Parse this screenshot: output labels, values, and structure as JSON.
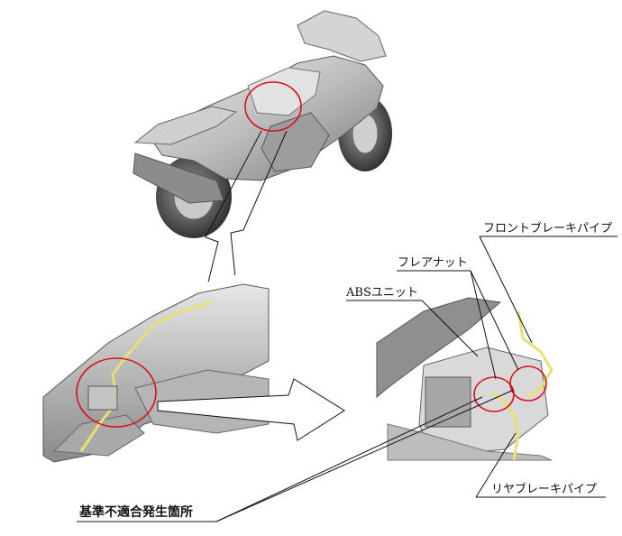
{
  "labels": {
    "front_brake_pipe": "フロントブレーキパイプ",
    "flare_nut": "フレアナット",
    "abs_unit": "ABSユニット",
    "rear_brake_pipe": "リヤブレーキパイプ",
    "nonconformity_location": "基準不適合発生箇所"
  },
  "colors": {
    "highlight_circle": "#d8121a",
    "brake_pipe": "#e8e070",
    "leader_line": "#111111"
  }
}
